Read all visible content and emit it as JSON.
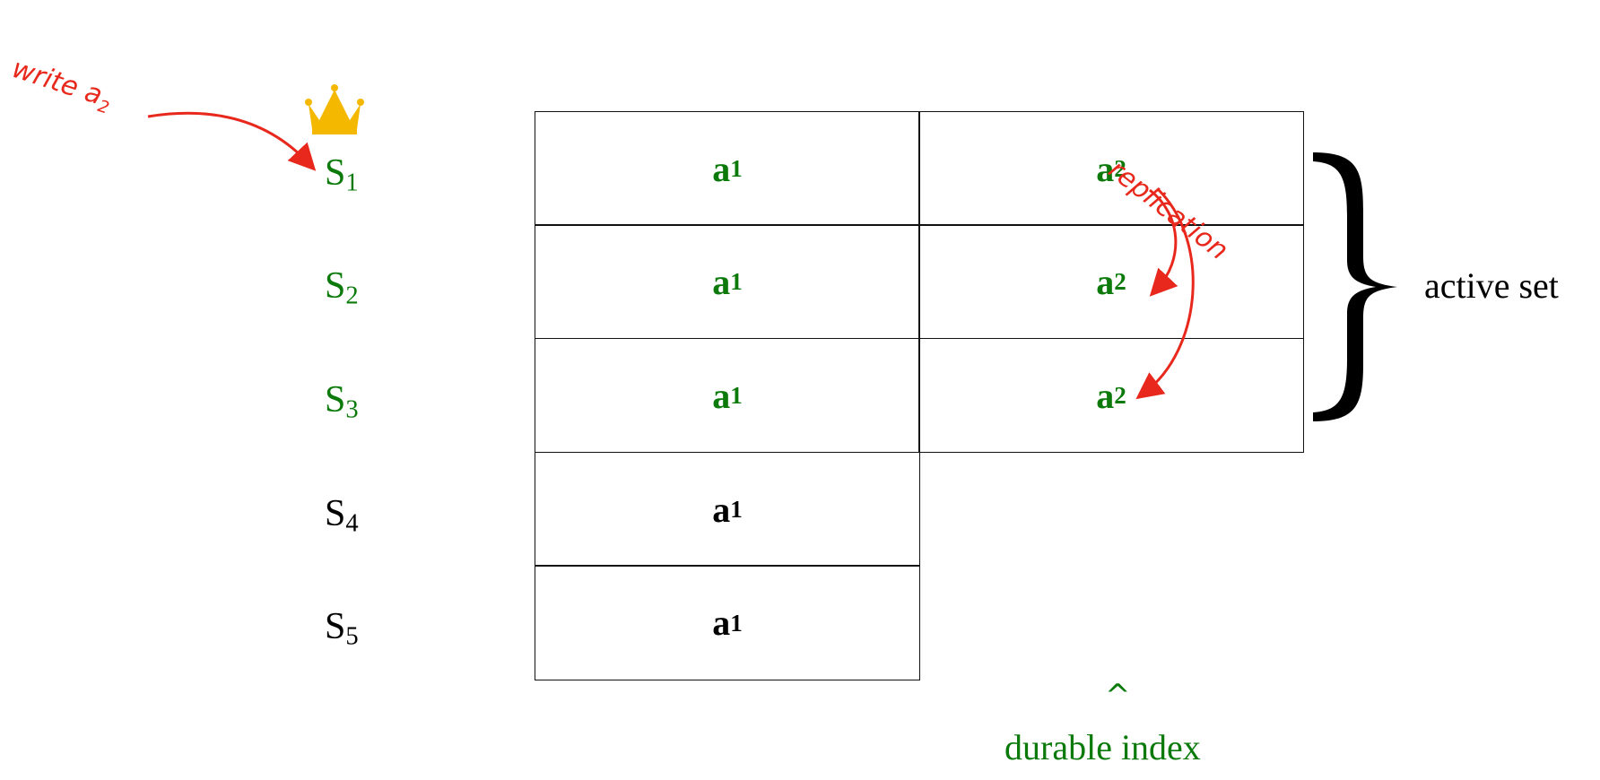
{
  "servers": [
    {
      "name": "S",
      "num": "1",
      "status": "active"
    },
    {
      "name": "S",
      "num": "2",
      "status": "active"
    },
    {
      "name": "S",
      "num": "3",
      "status": "active"
    },
    {
      "name": "S",
      "num": "4",
      "status": "inactive"
    },
    {
      "name": "S",
      "num": "5",
      "status": "inactive"
    }
  ],
  "log": {
    "col1": [
      {
        "base": "a",
        "sub": "1"
      },
      {
        "base": "a",
        "sub": "1"
      },
      {
        "base": "a",
        "sub": "1"
      },
      {
        "base": "a",
        "sub": "1"
      },
      {
        "base": "a",
        "sub": "1"
      }
    ],
    "col2": [
      {
        "base": "a",
        "sub": "2"
      },
      {
        "base": "a",
        "sub": "2"
      },
      {
        "base": "a",
        "sub": "2"
      }
    ]
  },
  "annotations": {
    "write": "write a",
    "write_sub": "2",
    "replication": "replication",
    "active_set": "active set",
    "caret": "^",
    "durable_index": "durable index"
  },
  "icons": {
    "leader": "crown-icon"
  },
  "colors": {
    "active": "#0b7a0b",
    "annotation": "#e8281c",
    "crown": "#f5b800",
    "inactive": "#000000"
  }
}
